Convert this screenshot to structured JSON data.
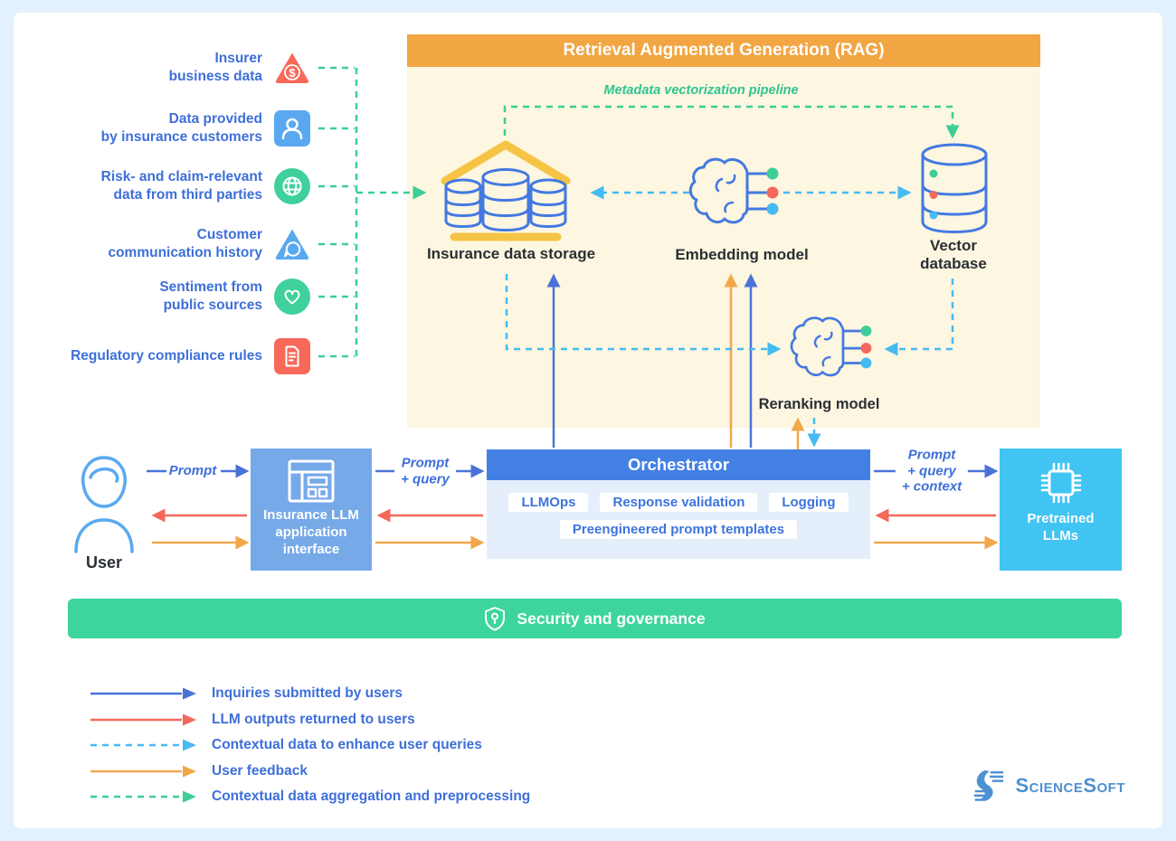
{
  "colors": {
    "arrow-blue": "#4A73D8",
    "arrow-red": "#F4695C",
    "arrow-orange": "#F2A74B",
    "arrow-ltblue": "#45BBF2",
    "arrow-green": "#3DCD97",
    "text-blue": "#3E6FD9",
    "icon-red": "#F8695A",
    "icon-blue": "#5AA9F0",
    "icon-green": "#3FD09C",
    "rag-header": "#F1A643",
    "rag-bg": "#FDF6E0",
    "yellow": "#F6C445",
    "db-blue": "#4379E1",
    "orch-header": "#4380E4",
    "orch-body": "#E4EFFB",
    "chip-text": "#3D74DC",
    "interface-blue": "#76A9E8",
    "llms-cyan": "#41C4F2",
    "security-green": "#3DD59D",
    "brand-blue": "#4E90D2",
    "page-border": "#E2F1FD",
    "pipeline-green": "#2FC491"
  },
  "sources": {
    "items": [
      {
        "label": "Insurer\nbusiness data",
        "icon": "dollar-triangle-icon"
      },
      {
        "label": "Data provided\nby insurance customers",
        "icon": "person-square-icon"
      },
      {
        "label": "Risk- and claim-relevant\ndata from third parties",
        "icon": "globe-circle-icon"
      },
      {
        "label": "Customer\ncommunication history",
        "icon": "chat-triangle-icon"
      },
      {
        "label": "Sentiment from\npublic sources",
        "icon": "heart-circle-icon"
      },
      {
        "label": "Regulatory compliance rules",
        "icon": "document-square-icon"
      }
    ]
  },
  "rag": {
    "title": "Retrieval Augmented Generation (RAG)",
    "pipeline_label": "Metadata vectorization pipeline",
    "nodes": {
      "storage": "Insurance data storage",
      "embedding": "Embedding model",
      "vector": "Vector\ndatabase",
      "reranking": "Reranking model"
    }
  },
  "flow_labels": {
    "prompt": "Prompt",
    "prompt_query": "Prompt\n+ query",
    "prompt_query_context": "Prompt\n+ query\n+ context"
  },
  "user": {
    "label": "User"
  },
  "interface": {
    "label": "Insurance LLM\napplication\ninterface"
  },
  "orchestrator": {
    "title": "Orchestrator",
    "chips": [
      "LLMOps",
      "Response validation",
      "Logging"
    ],
    "template_chip": "Preengineered prompt templates"
  },
  "llms": {
    "label": "Pretrained\nLLMs"
  },
  "security": {
    "label": "Security and governance"
  },
  "legend": {
    "items": [
      {
        "label": "Inquiries submitted by users",
        "style": "blue-solid"
      },
      {
        "label": "LLM outputs returned to users",
        "style": "red-solid"
      },
      {
        "label": "Contextual data to enhance user queries",
        "style": "ltblue-dashed"
      },
      {
        "label": "User feedback",
        "style": "orange-solid"
      },
      {
        "label": "Contextual data aggregation and preprocessing",
        "style": "green-dashed"
      }
    ]
  },
  "brand": {
    "name": "ScienceSoft"
  }
}
